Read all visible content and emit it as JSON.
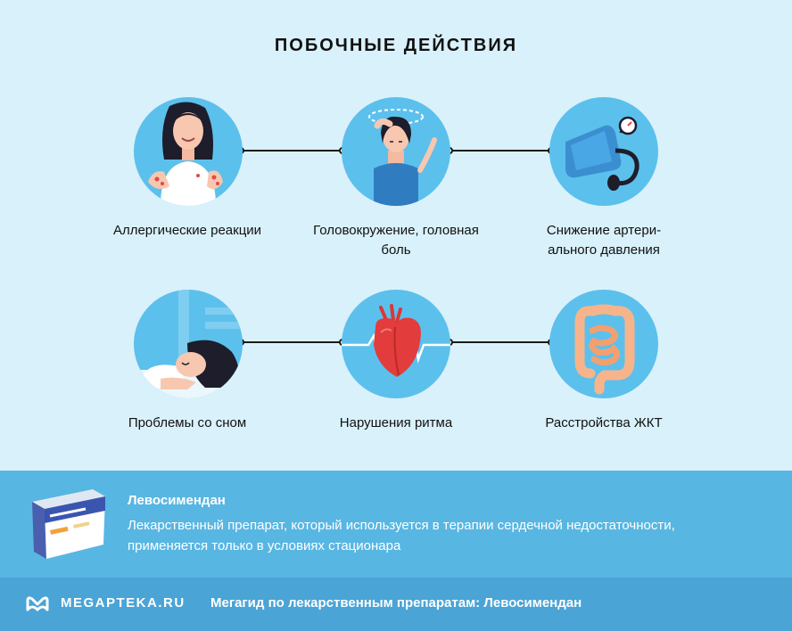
{
  "title": "ПОБОЧНЫЕ ДЕЙСТВИЯ",
  "effects": [
    {
      "label": "Аллергические реакции",
      "icon": "woman-allergy-icon"
    },
    {
      "label": "Головокружение, головная боль",
      "icon": "dizzy-woman-icon"
    },
    {
      "label": "Снижение артери-ального давления",
      "icon": "blood-pressure-monitor-icon"
    },
    {
      "label": "Проблемы со сном",
      "icon": "sleeping-woman-icon"
    },
    {
      "label": "Нарушения ритма",
      "icon": "heart-ecg-icon"
    },
    {
      "label": "Расстройства ЖКТ",
      "icon": "intestines-icon"
    }
  ],
  "drug": {
    "name": "Левосимендан",
    "description": "Лекарственный препарат, который используется в терапии сердечной недостаточности, применяется только в условиях стационара"
  },
  "footer": {
    "brand": "MEGAPTEKA.RU",
    "text": "Мегагид по лекарственным препаратам: Левосимендан"
  },
  "colors": {
    "background": "#d9f1fb",
    "circle": "#5cc0ec",
    "band": "#58b6e2",
    "footer": "#4aa4d6"
  }
}
